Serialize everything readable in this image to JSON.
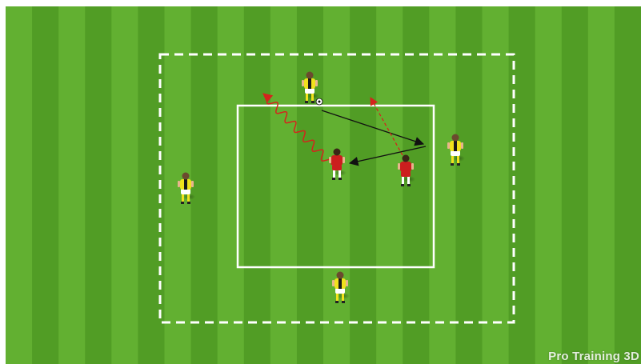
{
  "colors": {
    "grass_light": "#62b031",
    "grass_dark": "#519d25",
    "line_white": "#ffffff",
    "home_shirt": "#f1e21c",
    "away_shirt": "#cc1e1e",
    "pass_arrow": "#111111",
    "run_arrow": "#d4241c",
    "dribble_arrow": "#d4241c"
  },
  "players": [
    {
      "id": "yellow-top",
      "team": "yellow",
      "has_ball": true
    },
    {
      "id": "yellow-right",
      "team": "yellow",
      "has_ball": false
    },
    {
      "id": "yellow-left",
      "team": "yellow",
      "has_ball": false
    },
    {
      "id": "yellow-bottom",
      "team": "yellow",
      "has_ball": false
    },
    {
      "id": "red-center",
      "team": "red",
      "has_ball": false
    },
    {
      "id": "red-right",
      "team": "red",
      "has_ball": false
    }
  ],
  "arrows": [
    {
      "id": "pass-to-right",
      "style": "solid"
    },
    {
      "id": "pass-to-center",
      "style": "solid"
    },
    {
      "id": "run-dashed",
      "style": "dashed"
    },
    {
      "id": "dribble-wavy",
      "style": "wavy"
    }
  ],
  "watermark": "Pro Training 3D"
}
